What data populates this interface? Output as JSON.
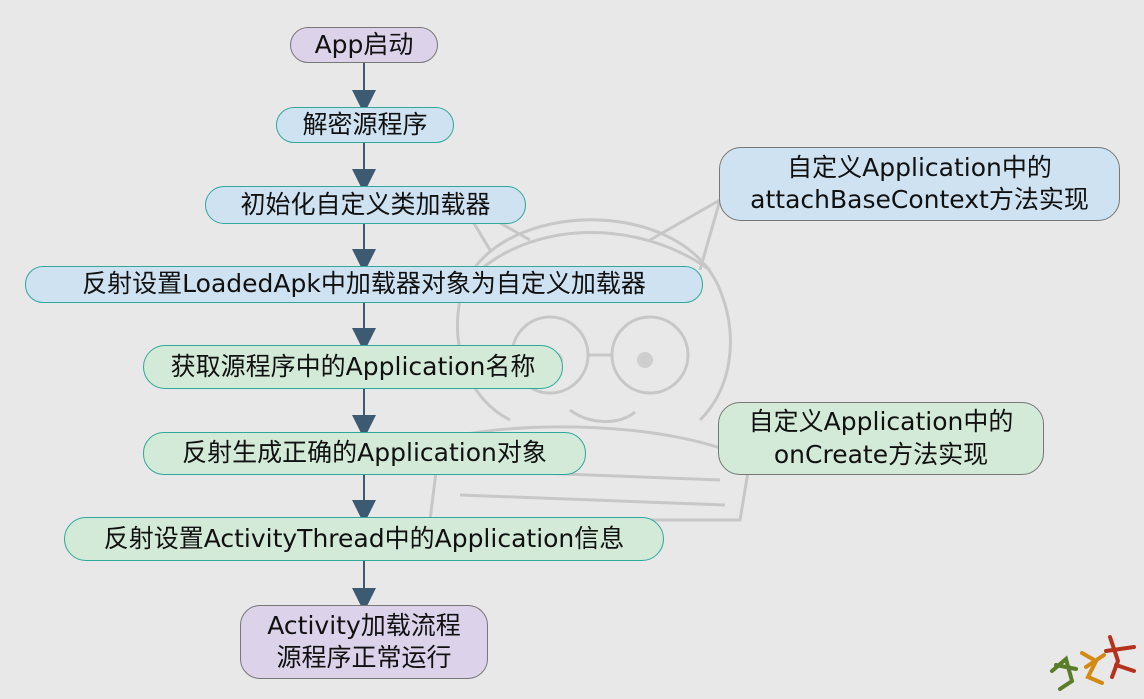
{
  "flow": {
    "steps": [
      "App启动",
      "解密源程序",
      "初始化自定义类加载器",
      "反射设置LoadedApk中加载器对象为自定义加载器",
      "获取源程序中的Application名称",
      "反射生成正确的Application对象",
      "反射设置ActivityThread中的Application信息"
    ],
    "final_lines": [
      "Activity加载流程",
      "源程序正常运行"
    ]
  },
  "side_notes": [
    {
      "lines": [
        "自定义Application中的",
        "attachBaseContext方法实现"
      ]
    },
    {
      "lines": [
        "自定义Application中的",
        "onCreate方法实现"
      ]
    }
  ],
  "colors": {
    "purple": "#dcd2ea",
    "blue": "#cfe2f1",
    "green": "#d3ead8",
    "connector": "#3d5a73",
    "background": "#e8e8e8"
  }
}
